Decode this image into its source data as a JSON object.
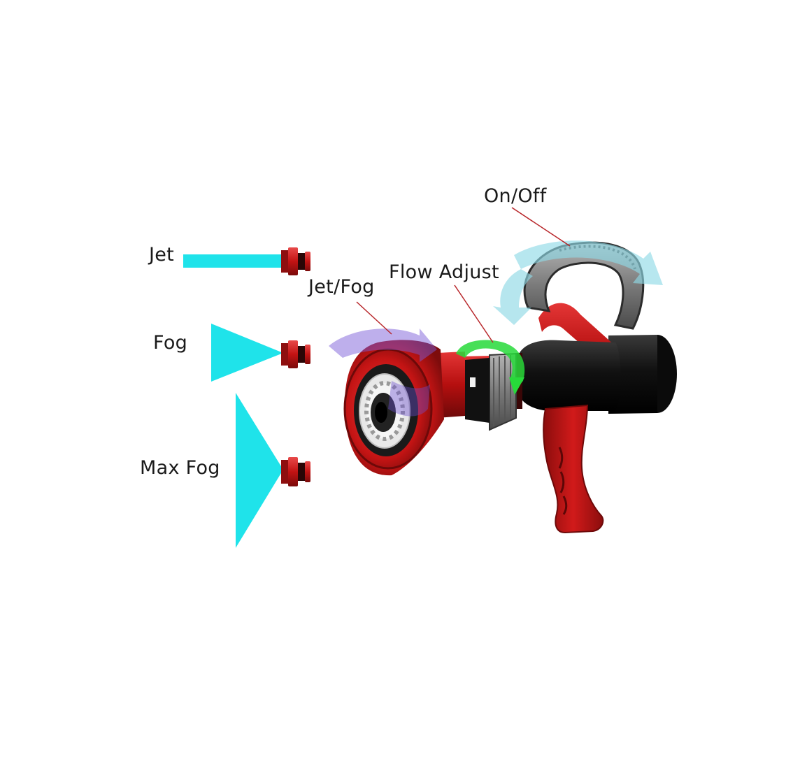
{
  "labels": {
    "jet": "Jet",
    "fog": "Fog",
    "max_fog": "Max Fog",
    "jet_fog": "Jet/Fog",
    "flow_adjust": "Flow Adjust",
    "on_off": "On/Off"
  },
  "colors": {
    "spray": "#1fe3ea",
    "nozzle_red": "#d11a1a",
    "body_black": "#151515",
    "leader_line": "#b8262a",
    "jetfog_arrow": "#7a5ad8",
    "flow_arrow": "#27d93a",
    "onoff_arrow": "#8fd9e6"
  }
}
